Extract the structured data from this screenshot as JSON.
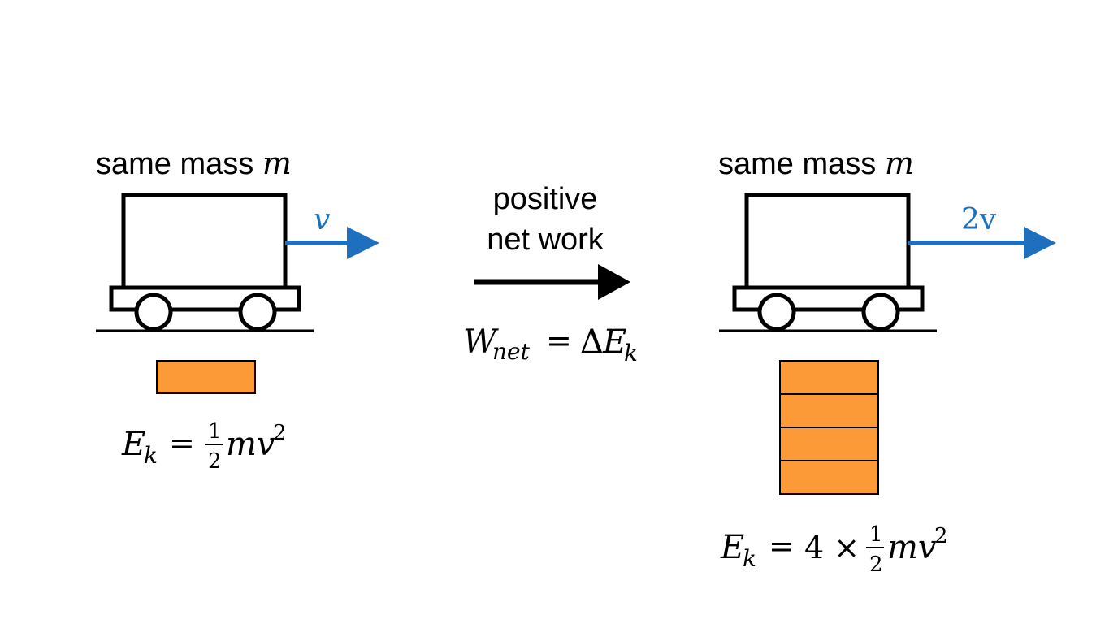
{
  "left_cart": {
    "mass_label_text": "same mass ",
    "mass_symbol": "m",
    "velocity_label": "v",
    "energy_lhs": "E",
    "energy_sub": "k",
    "energy_eq": "=",
    "frac_num": "1",
    "frac_den": "2",
    "energy_rhs": "mv",
    "energy_exp": "2",
    "energy_units": 1
  },
  "middle": {
    "line1": "positive",
    "line2": "net work",
    "eq_lhs": "W",
    "eq_sub": "net",
    "eq_eq": "=",
    "eq_delta": "Δ",
    "eq_rhs": "E",
    "eq_rhs_sub": "k"
  },
  "right_cart": {
    "mass_label_text": "same mass ",
    "mass_symbol": "m",
    "velocity_label": "2v",
    "energy_lhs": "E",
    "energy_sub": "k",
    "energy_eq": "=",
    "energy_factor": "4 ×",
    "frac_num": "1",
    "frac_den": "2",
    "energy_rhs": "mv",
    "energy_exp": "2",
    "energy_units": 4
  },
  "colors": {
    "velocity_arrow": "#1f6fbf",
    "energy_block": "#fb9a36",
    "outline": "#000000"
  }
}
